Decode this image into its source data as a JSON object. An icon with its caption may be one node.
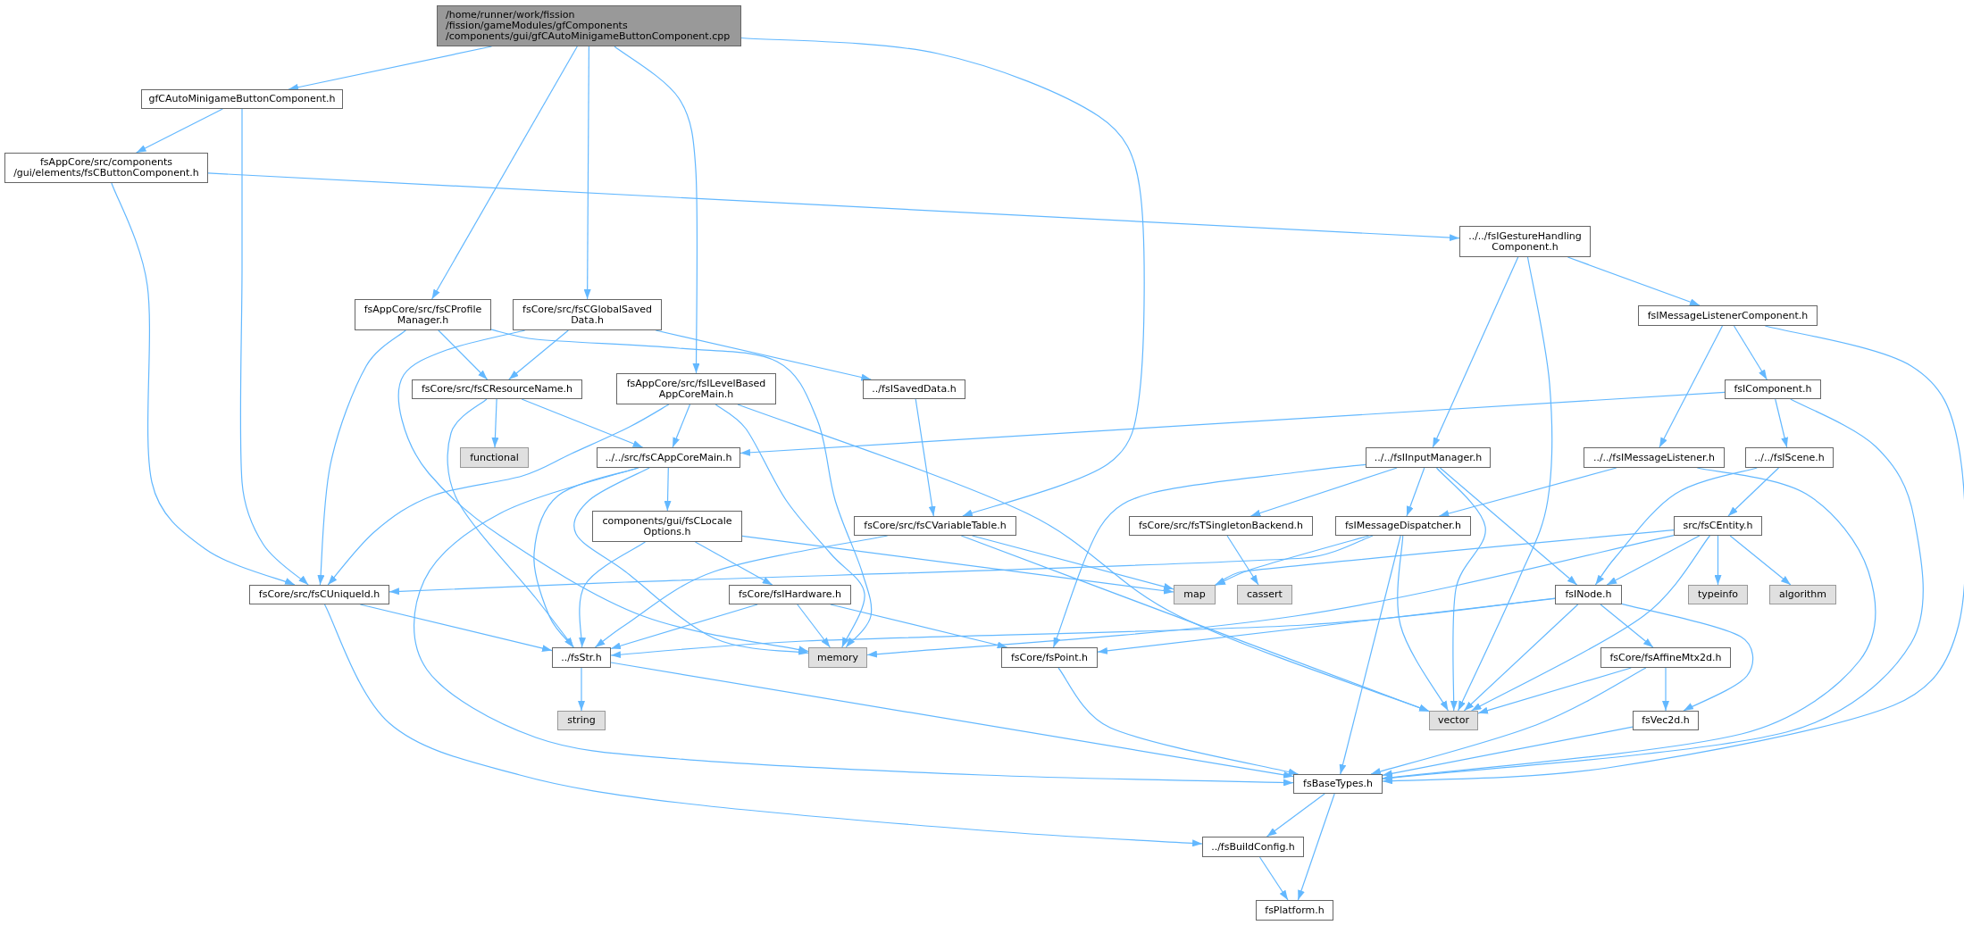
{
  "diagram": {
    "nodes": [
      {
        "text": [
          "/home/runner/work/fission /fission/gameModules/gfComponents /components/gui/gfCAutoMinigameButtonComponent.cpp"
        ]
      },
      {
        "text": [
          "gfCAutoMinigameButtonComponent.h"
        ]
      },
      {
        "text": [
          "fsAppCore/src/components /gui/elements/fsCButtonComponent.h"
        ]
      },
      {
        "text": [
          "../../fsIGestureHandling Component.h"
        ]
      },
      {
        "text": [
          "fsIMessageListenerComponent.h"
        ]
      },
      {
        "text": [
          "fsAppCore/src/fsCProfile Manager.h"
        ]
      },
      {
        "text": [
          "fsCore/src/fsCGlobalSaved Data.h"
        ]
      },
      {
        "text": [
          "fsAppCore/src/fsILevelBased AppCoreMain.h"
        ]
      },
      {
        "text": [
          "fsCore/src/fsCResourceName.h"
        ]
      },
      {
        "text": [
          "../fsISavedData.h"
        ]
      },
      {
        "text": [
          "fsIComponent.h"
        ]
      },
      {
        "text": [
          "functional"
        ]
      },
      {
        "text": [
          "../../src/fsCAppCoreMain.h"
        ]
      },
      {
        "text": [
          "../../fsIInputManager.h"
        ]
      },
      {
        "text": [
          "../../fsIMessageListener.h"
        ]
      },
      {
        "text": [
          "../../fsIScene.h"
        ]
      },
      {
        "text": [
          "components/gui/fsCLocale Options.h"
        ]
      },
      {
        "text": [
          "fsCore/src/fsCVariableTable.h"
        ]
      },
      {
        "text": [
          "fsCore/src/fsTSingletonBackend.h"
        ]
      },
      {
        "text": [
          "fsIMessageDispatcher.h"
        ]
      },
      {
        "text": [
          "src/fsCEntity.h"
        ]
      },
      {
        "text": [
          "fsCore/src/fsCUniqueId.h"
        ]
      },
      {
        "text": [
          "fsCore/fsIHardware.h"
        ]
      },
      {
        "text": [
          "map"
        ]
      },
      {
        "text": [
          "cassert"
        ]
      },
      {
        "text": [
          "fsINode.h"
        ]
      },
      {
        "text": [
          "typeinfo"
        ]
      },
      {
        "text": [
          "algorithm"
        ]
      },
      {
        "text": [
          "../fsStr.h"
        ]
      },
      {
        "text": [
          "memory"
        ]
      },
      {
        "text": [
          "fsCore/fsPoint.h"
        ]
      },
      {
        "text": [
          "fsCore/fsAffineMtx2d.h"
        ]
      },
      {
        "text": [
          "string"
        ]
      },
      {
        "text": [
          "vector"
        ]
      },
      {
        "text": [
          "fsVec2d.h"
        ]
      },
      {
        "text": [
          "fsBaseTypes.h"
        ]
      },
      {
        "text": [
          "../fsBuildConfig.h"
        ]
      },
      {
        "text": [
          "fsPlatform.h"
        ]
      }
    ],
    "edges": [
      {
        "from": 0,
        "to": 1,
        "arrow": "to"
      },
      {
        "from": 0,
        "to": 5,
        "arrow": "to"
      },
      {
        "from": 0,
        "to": 6,
        "arrow": "to"
      },
      {
        "from": 0,
        "to": 7,
        "arrow": "to"
      },
      {
        "from": 0,
        "to": 17,
        "arrow": "to"
      },
      {
        "from": 1,
        "to": 2,
        "arrow": "to"
      },
      {
        "from": 1,
        "to": 21,
        "arrow": "to"
      },
      {
        "from": 2,
        "to": 3,
        "arrow": "to"
      },
      {
        "from": 2,
        "to": 21,
        "arrow": "to"
      },
      {
        "from": 3,
        "to": 13,
        "arrow": "to"
      },
      {
        "from": 3,
        "to": 33,
        "arrow": "to"
      },
      {
        "from": 3,
        "to": 4,
        "arrow": "to"
      },
      {
        "from": 4,
        "to": 14,
        "arrow": "to"
      },
      {
        "from": 4,
        "to": 10,
        "arrow": "to"
      },
      {
        "from": 4,
        "to": 35,
        "arrow": "to"
      },
      {
        "from": 5,
        "to": 8,
        "arrow": "to"
      },
      {
        "from": 5,
        "to": 21,
        "arrow": "to"
      },
      {
        "from": 5,
        "to": 29,
        "arrow": "to"
      },
      {
        "from": 6,
        "to": 8,
        "arrow": "to"
      },
      {
        "from": 6,
        "to": 29,
        "arrow": "to"
      },
      {
        "from": 6,
        "to": 9,
        "arrow": "to"
      },
      {
        "from": 7,
        "to": 12,
        "arrow": "to"
      },
      {
        "from": 7,
        "to": 21,
        "arrow": "to"
      },
      {
        "from": 7,
        "to": 29,
        "arrow": "to"
      },
      {
        "from": 7,
        "to": 33,
        "arrow": "to"
      },
      {
        "from": 8,
        "to": 11,
        "arrow": "to"
      },
      {
        "from": 8,
        "to": 12,
        "arrow": "to"
      },
      {
        "from": 8,
        "to": 28,
        "arrow": "to"
      },
      {
        "from": 9,
        "to": 17,
        "arrow": "to"
      },
      {
        "from": 10,
        "to": 12,
        "arrow": "to"
      },
      {
        "from": 10,
        "to": 15,
        "arrow": "to"
      },
      {
        "from": 10,
        "to": 35,
        "arrow": "to"
      },
      {
        "from": 12,
        "to": 16,
        "arrow": "to"
      },
      {
        "from": 12,
        "to": 28,
        "arrow": "to"
      },
      {
        "from": 12,
        "to": 29,
        "arrow": "to"
      },
      {
        "from": 12,
        "to": 35,
        "arrow": "to"
      },
      {
        "from": 13,
        "to": 18,
        "arrow": "to"
      },
      {
        "from": 13,
        "to": 19,
        "arrow": "to"
      },
      {
        "from": 13,
        "to": 30,
        "arrow": "to"
      },
      {
        "from": 13,
        "to": 33,
        "arrow": "to"
      },
      {
        "from": 13,
        "to": 25,
        "arrow": "to"
      },
      {
        "from": 14,
        "to": 19,
        "arrow": "to"
      },
      {
        "from": 14,
        "to": 35,
        "arrow": "to"
      },
      {
        "from": 15,
        "to": 25,
        "arrow": "to"
      },
      {
        "from": 15,
        "to": 20,
        "arrow": "to"
      },
      {
        "from": 16,
        "to": 28,
        "arrow": "to"
      },
      {
        "from": 16,
        "to": 23,
        "arrow": "to"
      },
      {
        "from": 16,
        "to": 22,
        "arrow": "to"
      },
      {
        "from": 17,
        "to": 28,
        "arrow": "to"
      },
      {
        "from": 17,
        "to": 23,
        "arrow": "to"
      },
      {
        "from": 17,
        "to": 33,
        "arrow": "to"
      },
      {
        "from": 18,
        "to": 24,
        "arrow": "to"
      },
      {
        "from": 19,
        "to": 21,
        "arrow": "to"
      },
      {
        "from": 19,
        "to": 23,
        "arrow": "to"
      },
      {
        "from": 19,
        "to": 33,
        "arrow": "to"
      },
      {
        "from": 19,
        "to": 35,
        "arrow": "to"
      },
      {
        "from": 20,
        "to": 23,
        "arrow": "to"
      },
      {
        "from": 20,
        "to": 29,
        "arrow": "to"
      },
      {
        "from": 20,
        "to": 33,
        "arrow": "to"
      },
      {
        "from": 20,
        "to": 25,
        "arrow": "to"
      },
      {
        "from": 20,
        "to": 26,
        "arrow": "to"
      },
      {
        "from": 20,
        "to": 27,
        "arrow": "to"
      },
      {
        "from": 21,
        "to": 28,
        "arrow": "to"
      },
      {
        "from": 21,
        "to": 36,
        "arrow": "to"
      },
      {
        "from": 22,
        "to": 28,
        "arrow": "to"
      },
      {
        "from": 22,
        "to": 29,
        "arrow": "to"
      },
      {
        "from": 22,
        "to": 30,
        "arrow": "to"
      },
      {
        "from": 25,
        "to": 28,
        "arrow": "to"
      },
      {
        "from": 25,
        "to": 30,
        "arrow": "to"
      },
      {
        "from": 25,
        "to": 33,
        "arrow": "to"
      },
      {
        "from": 25,
        "to": 31,
        "arrow": "to"
      },
      {
        "from": 25,
        "to": 34,
        "arrow": "to"
      },
      {
        "from": 28,
        "to": 32,
        "arrow": "to"
      },
      {
        "from": 28,
        "to": 35,
        "arrow": "to"
      },
      {
        "from": 30,
        "to": 35,
        "arrow": "to"
      },
      {
        "from": 31,
        "to": 33,
        "arrow": "to"
      },
      {
        "from": 31,
        "to": 34,
        "arrow": "to"
      },
      {
        "from": 31,
        "to": 35,
        "arrow": "to"
      },
      {
        "from": 34,
        "to": 35,
        "arrow": "to"
      },
      {
        "from": 35,
        "to": 36,
        "arrow": "to"
      },
      {
        "from": 35,
        "to": 37,
        "arrow": "to"
      },
      {
        "from": 36,
        "to": 37,
        "arrow": "to"
      }
    ]
  }
}
